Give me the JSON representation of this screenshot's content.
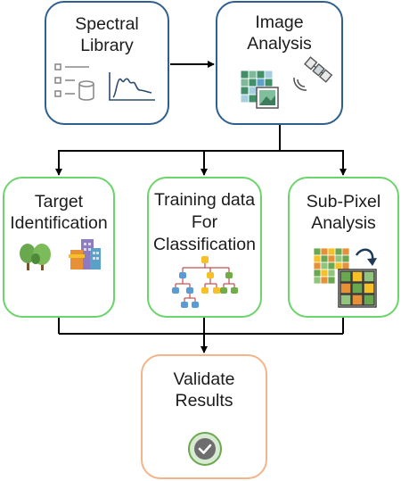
{
  "nodes": {
    "spectral_library": {
      "lines": [
        "Spectral",
        "Library"
      ]
    },
    "image_analysis": {
      "lines": [
        "Image",
        "Analysis"
      ]
    },
    "target_identification": {
      "lines": [
        "Target",
        "Identification"
      ]
    },
    "training_data": {
      "lines": [
        "Training data",
        "For",
        "Classification"
      ]
    },
    "sub_pixel": {
      "lines": [
        "Sub-Pixel",
        "Analysis"
      ]
    },
    "validate": {
      "lines": [
        "Validate",
        "Results"
      ]
    }
  },
  "colors": {
    "top_border": "#2e5f8e",
    "middle_border": "#6bd46b",
    "bottom_border": "#f2b48a",
    "connector": "#000000"
  },
  "icons": [
    "list-database-icon",
    "spectrum-curve-icon",
    "raster-image-icon",
    "satellite-icon",
    "trees-icon",
    "buildings-icon",
    "hierarchy-tree-icon",
    "grid-swap-icon",
    "check-circle-icon"
  ]
}
